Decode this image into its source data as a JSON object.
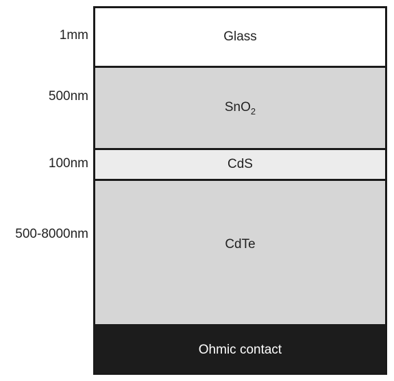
{
  "layers": [
    {
      "name": "Glass",
      "thickness": "1mm"
    },
    {
      "name": "SnO",
      "subscript": "2",
      "thickness": "500nm"
    },
    {
      "name": "CdS",
      "thickness": "100nm"
    },
    {
      "name": "CdTe",
      "thickness": "500-8000nm"
    },
    {
      "name": "Ohmic contact"
    }
  ],
  "colors": {
    "glass": "#ffffff",
    "sno2": "#d6d6d6",
    "cds": "#ececec",
    "cdte": "#d6d6d6",
    "ohmic_contact": "#1c1c1c",
    "border": "#1a1a1a"
  }
}
